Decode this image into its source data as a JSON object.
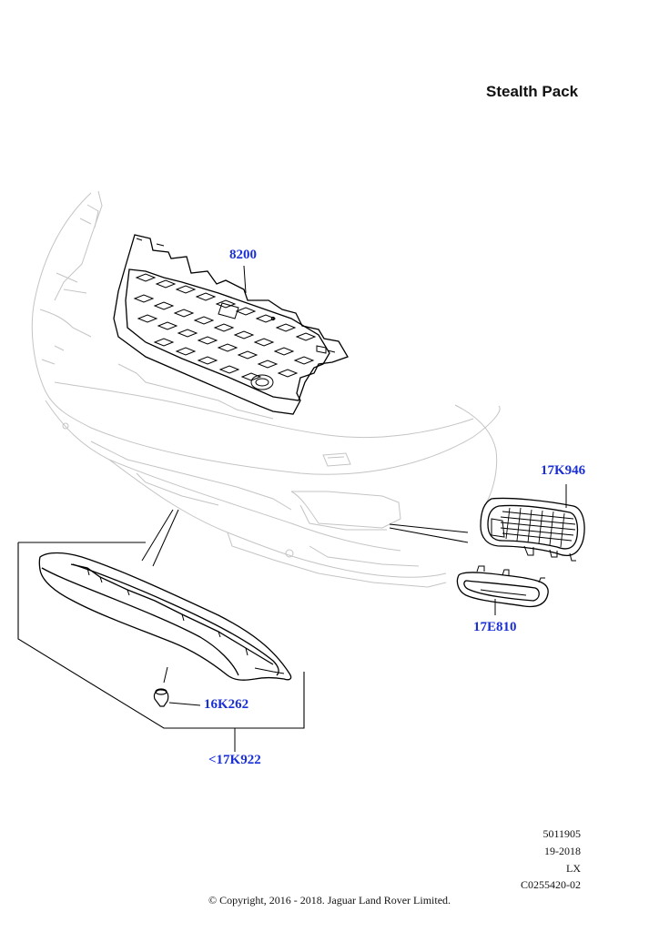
{
  "title": "Stealth Pack",
  "callouts": {
    "grille": "8200",
    "fog_lamp_grille": "17K946",
    "fog_lamp_bezel": "17E810",
    "clip": "16K262",
    "assembly": "<17K922"
  },
  "meta": {
    "illustration_id": "5011905",
    "date": "19-2018",
    "model": "LX",
    "reference": "C0255420-02"
  },
  "copyright": "© Copyright, 2016 - 2018. Jaguar Land Rover Limited.",
  "colors": {
    "callout": "#1a2fd6",
    "part_outline": "#000000",
    "context_outline": "#c4c4c4"
  }
}
